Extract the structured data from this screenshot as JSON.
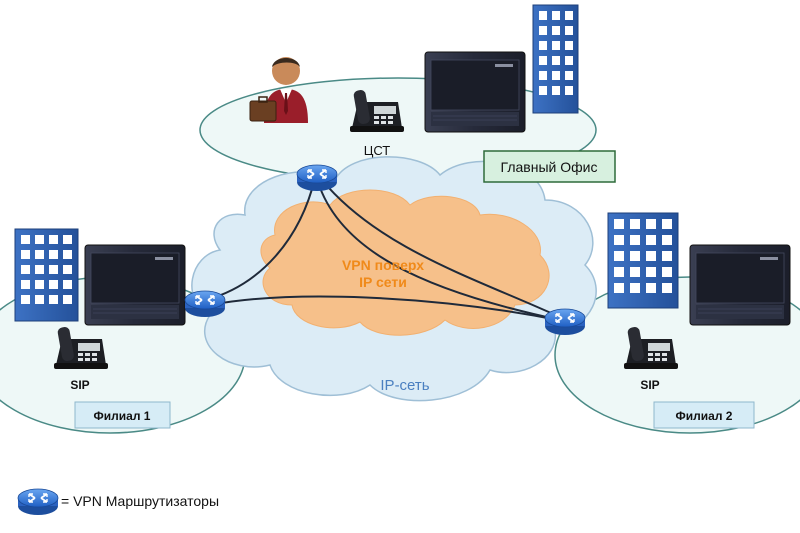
{
  "main_office": {
    "box_label": "Главный Офис",
    "phone_label": "ЦСТ"
  },
  "cloud": {
    "vpn_line1": "VPN поверх",
    "vpn_line2": "IP сети",
    "ip_label": "IP-сеть"
  },
  "branch1": {
    "sip_label": "SIP",
    "box_label": "Филиал 1"
  },
  "branch2": {
    "sip_label": "SIP",
    "box_label": "Филиал 2"
  },
  "legend": {
    "text": "= VPN Маршрутизаторы"
  },
  "colors": {
    "site_ellipse_fill": "#eef8f7",
    "site_ellipse_stroke": "#4a8a86",
    "cloud_fill": "#dcecf6",
    "cloud_stroke": "#9fbfd6",
    "vpn_cloud_fill": "#f6c08a",
    "vpn_text": "#f08a1a",
    "ip_text": "#4a7fc0",
    "router_fill": "#3a78d8",
    "office_box_fill": "#d7f0df",
    "office_box_stroke": "#2e6b3a",
    "branch_box_fill": "#d6ecf6",
    "pbx_fill": "#262a3a",
    "building_fill": "#2d5fae"
  }
}
